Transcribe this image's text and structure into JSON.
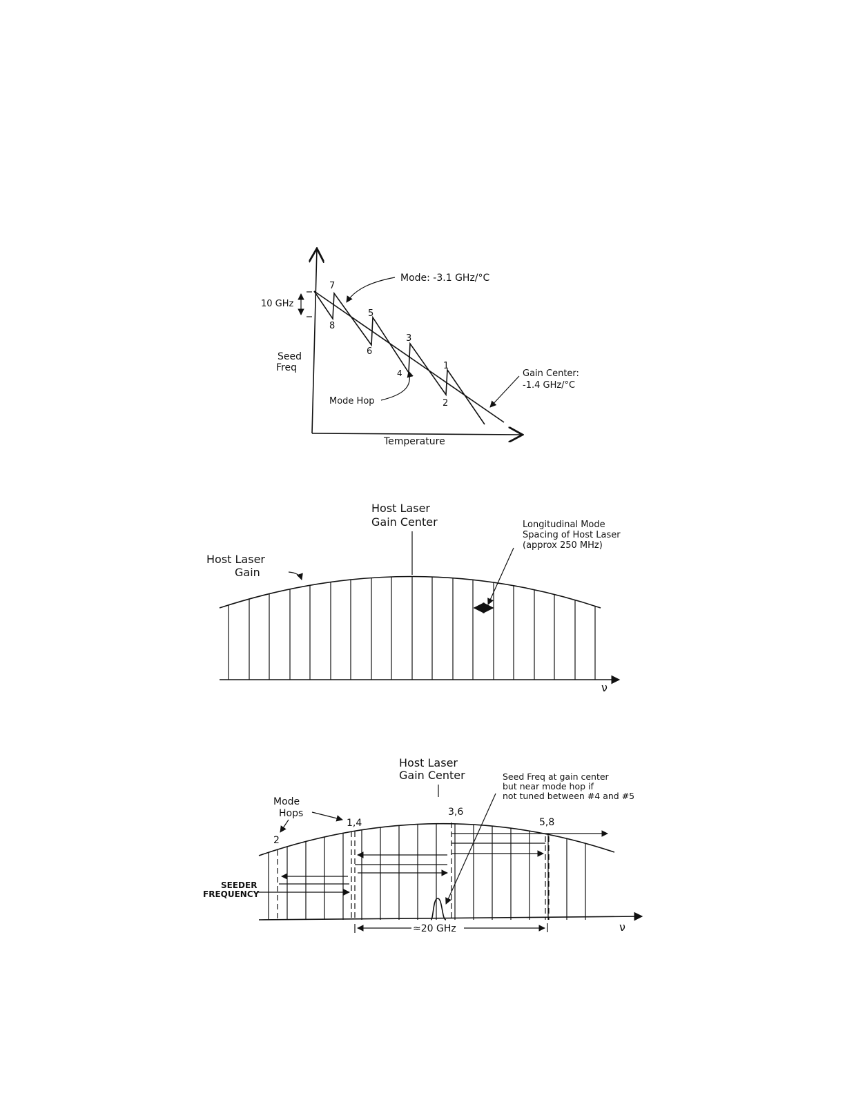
{
  "figure1": {
    "mode_slope_label": "Mode: -3.1 GHz/°C",
    "spacing_label": "10 GHz",
    "y_axis_label_line1": "Seed",
    "y_axis_label_line2": "Freq",
    "x_axis_label": "Temperature",
    "mode_hop_label": "Mode Hop",
    "gain_center_line1": "Gain Center:",
    "gain_center_line2": "-1.4 GHz/°C",
    "point_labels": [
      "1",
      "2",
      "3",
      "4",
      "5",
      "6",
      "7",
      "8"
    ]
  },
  "figure2": {
    "gain_center_line1": "Host Laser",
    "gain_center_line2": "Gain Center",
    "gain_label_line1": "Host Laser",
    "gain_label_line2": "Gain",
    "mode_spacing_line1": "Longitudinal Mode",
    "mode_spacing_line2": "Spacing of Host Laser",
    "mode_spacing_line3": "(approx 250 MHz)",
    "x_axis_symbol": "ν"
  },
  "figure3": {
    "gain_center_line1": "Host Laser",
    "gain_center_line2": "Gain Center",
    "seed_note_line1": "Seed Freq at gain center",
    "seed_note_line2": "but near mode hop if",
    "seed_note_line3": "not tuned between #4 and #5",
    "mode_hops_line1": "Mode",
    "mode_hops_line2": "Hops",
    "hop_labels": [
      "2",
      "1,4",
      "3,6",
      "5,8"
    ],
    "seeder_line1": "SEEDER",
    "seeder_line2": "FREQUENCY",
    "span_label": "≈20 GHz",
    "x_axis_symbol": "ν"
  }
}
